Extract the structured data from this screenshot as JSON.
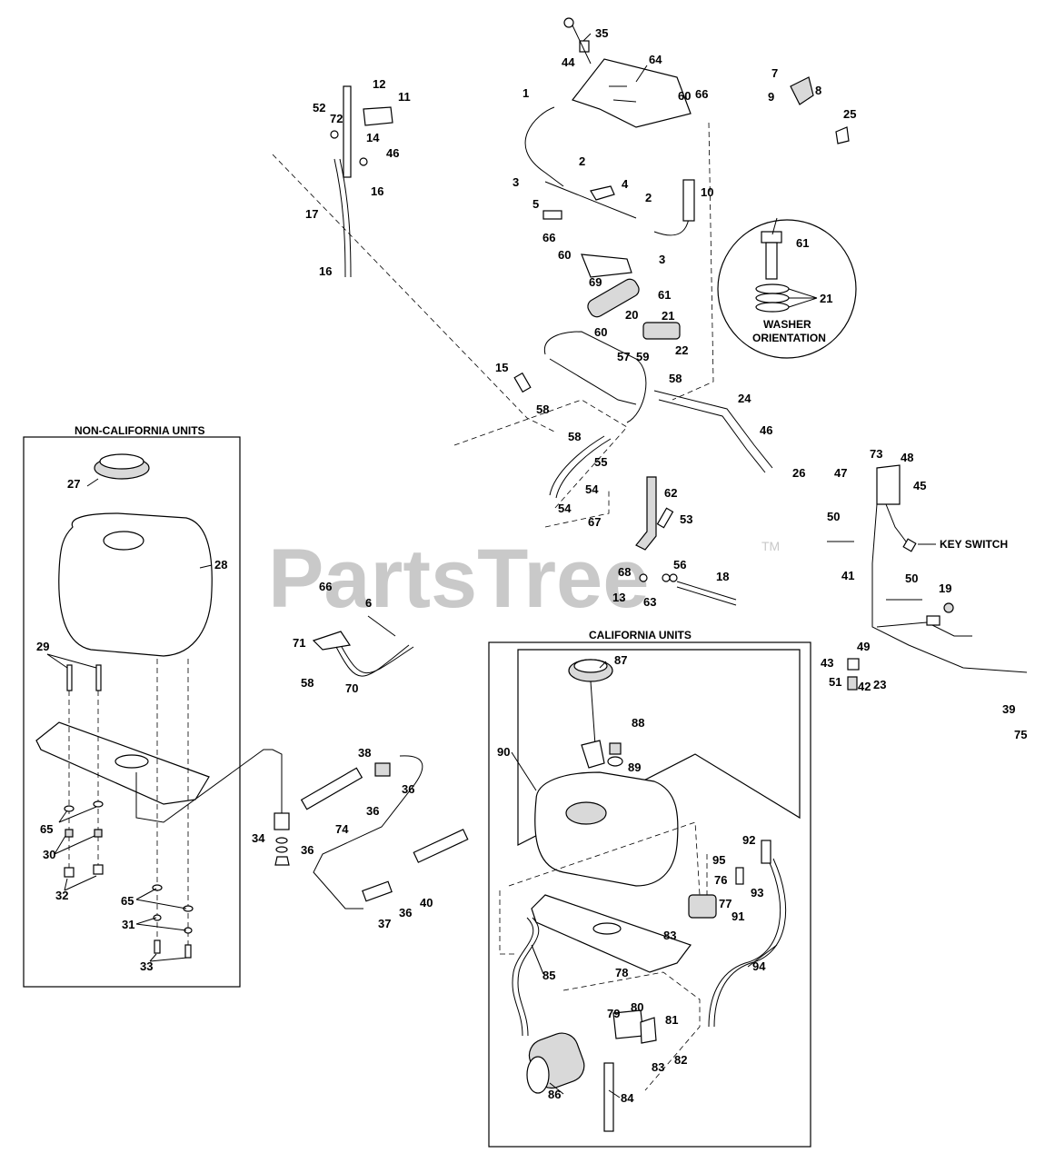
{
  "watermark": {
    "text": "PartsTree",
    "trademark": "TM"
  },
  "sections": {
    "non_california": "NON-CALIFORNIA UNITS",
    "california": "CALIFORNIA UNITS"
  },
  "callouts": {
    "washer_orientation_line1": "WASHER",
    "washer_orientation_line2": "ORIENTATION",
    "key_switch": "KEY SWITCH"
  },
  "part_labels": [
    "35",
    "44",
    "64",
    "7",
    "9",
    "8",
    "66",
    "60",
    "25",
    "1",
    "12",
    "11",
    "52",
    "72",
    "14",
    "46",
    "16",
    "2",
    "3",
    "4",
    "10",
    "5",
    "66",
    "60",
    "3",
    "2",
    "17",
    "16",
    "69",
    "61",
    "61",
    "21",
    "21",
    "20",
    "22",
    "59",
    "57",
    "60",
    "15",
    "58",
    "58",
    "24",
    "46",
    "26",
    "58",
    "55",
    "54",
    "54",
    "67",
    "62",
    "53",
    "56",
    "68",
    "13",
    "63",
    "18",
    "73",
    "48",
    "47",
    "45",
    "50",
    "41",
    "50",
    "19",
    "49",
    "43",
    "23",
    "51",
    "42",
    "39",
    "75",
    "27",
    "28",
    "29",
    "65",
    "30",
    "32",
    "65",
    "31",
    "33",
    "66",
    "6",
    "71",
    "58",
    "70",
    "38",
    "36",
    "36",
    "34",
    "74",
    "36",
    "40",
    "36",
    "37",
    "87",
    "88",
    "89",
    "90",
    "95",
    "92",
    "76",
    "77",
    "93",
    "91",
    "94",
    "83",
    "85",
    "78",
    "79",
    "80",
    "81",
    "82",
    "83",
    "86",
    "84"
  ]
}
